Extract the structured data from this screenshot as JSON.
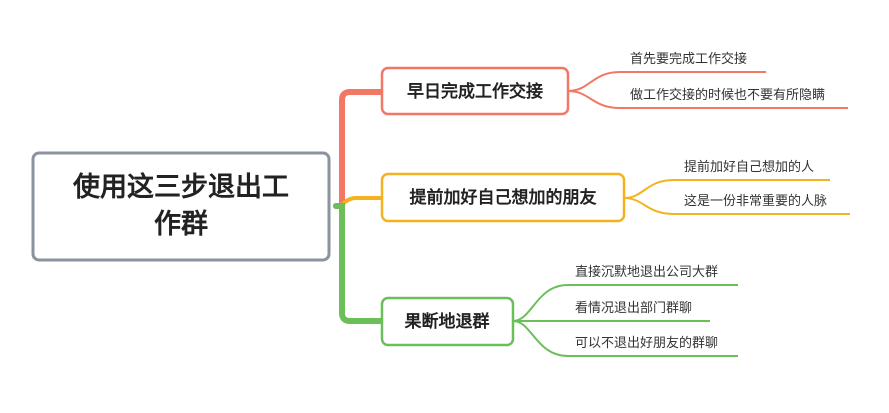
{
  "root": {
    "line1": "使用这三步退出工",
    "line2": "作群",
    "border_color": "#8a93a0"
  },
  "branches": [
    {
      "label": "早日完成工作交接",
      "color": "#f27765",
      "leaves": [
        "首先要完成工作交接",
        "做工作交接的时候也不要有所隐瞒"
      ]
    },
    {
      "label": "提前加好自己想加的朋友",
      "color": "#f5b21f",
      "leaves": [
        "提前加好自己想加的人",
        "这是一份非常重要的人脉"
      ]
    },
    {
      "label": "果断地退群",
      "color": "#6bbf59",
      "leaves": [
        "直接沉默地退出公司大群",
        "看情况退出部门群聊",
        "可以不退出好朋友的群聊"
      ]
    }
  ]
}
